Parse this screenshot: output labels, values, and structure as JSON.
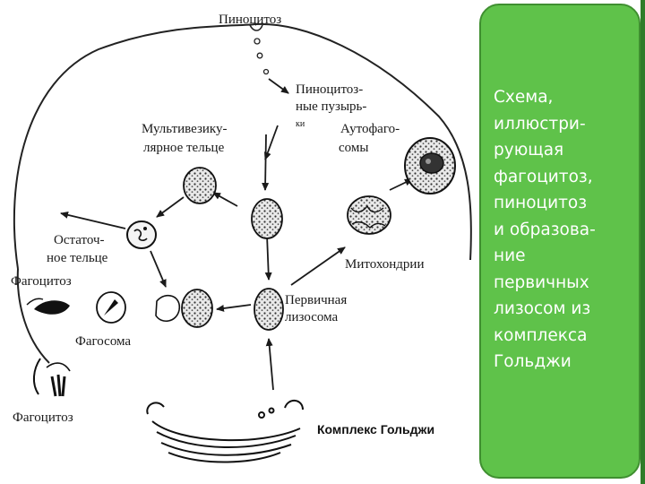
{
  "diagram": {
    "labels": {
      "pinocytosis": "Пиноцитоз",
      "pino_vesicles_1": "Пиноцитоз-",
      "pino_vesicles_2": "ные пузырь-",
      "pino_vesicles_3": "ки",
      "multivesicular_1": "Мультивезику-",
      "multivesicular_2": "лярное тельце",
      "autophagosomes_1": "Аутофаго-",
      "autophagosomes_2": "сомы",
      "residual_body_1": "Остаточ-",
      "residual_body_2": "ное тельце",
      "phagocytosis_top": "Фагоцитоз",
      "phagosome": "Фагосома",
      "phagocytosis_bottom": "Фагоцитоз",
      "mitochondria": "Митохондрии",
      "primary_lysosome_1": "Первичная",
      "primary_lysosome_2": "лизосома",
      "golgi": "Комплекс Гольджи"
    }
  },
  "caption": {
    "lines": [
      "Схема,",
      "иллюстри-",
      "рующая",
      "фагоцитоз,",
      "пиноцитоз",
      "и образова-",
      "ние",
      "первичных",
      "лизосом из",
      "комплекса",
      "Гольджи"
    ]
  }
}
